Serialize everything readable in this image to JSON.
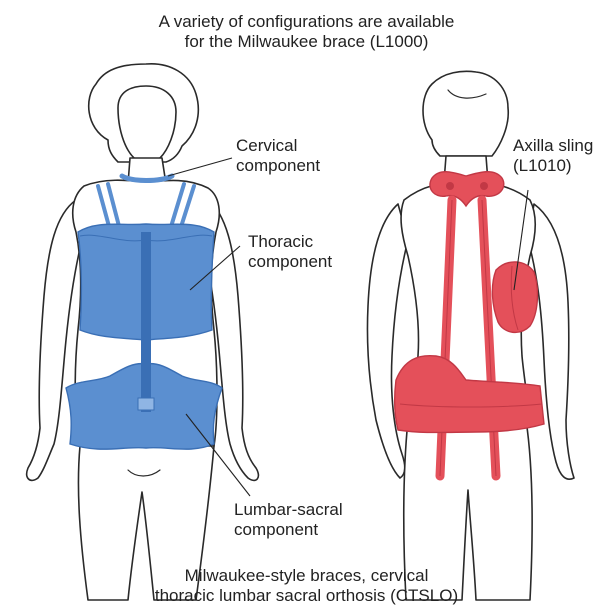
{
  "header": {
    "line1": "A variety of configurations are available",
    "line2": "for the Milwaukee brace (L1000)"
  },
  "labels": {
    "cervical": [
      "Cervical",
      "component"
    ],
    "thoracic": [
      "Thoracic",
      "component"
    ],
    "axilla": [
      "Axilla sling",
      "(L1010)"
    ],
    "lumbar": [
      "Lumbar-sacral",
      "component"
    ]
  },
  "footer": {
    "line1": "Milwaukee-style braces, cervical",
    "line2": "thoracic lumbar sacral orthosis (CTSLO)"
  },
  "colors": {
    "brace_blue": "#5b8fd0",
    "brace_blue_dark": "#3a6fb5",
    "brace_red": "#e4505a",
    "brace_red_dark": "#c23845"
  }
}
